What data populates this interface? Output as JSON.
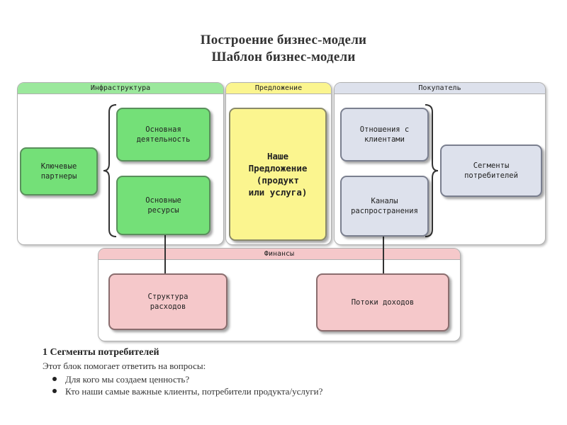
{
  "title": {
    "line1": "Построение бизнес-модели",
    "line2": "Шаблон бизнес-модели"
  },
  "sections": {
    "infrastructure": "Инфраструктура",
    "offer": "Предложение",
    "buyer": "Покупатель",
    "finance": "Финансы"
  },
  "boxes": {
    "key_partners": [
      "Ключевые",
      "партнеры"
    ],
    "key_activities": [
      "Основная",
      "деятельность"
    ],
    "key_resources": [
      "Основные",
      "ресурсы"
    ],
    "value_proposition": [
      "Наше",
      "Предложение",
      "(продукт",
      "или услуга)"
    ],
    "customer_relationships": [
      "Отношения с",
      "клиентами"
    ],
    "channels": [
      "Каналы",
      "распространения"
    ],
    "customer_segments": [
      "Сегменты",
      "потребителей"
    ],
    "cost_structure": [
      "Структура",
      "расходов"
    ],
    "revenue_streams": [
      "Потоки доходов"
    ]
  },
  "colors": {
    "infrastructure": "#7be07e",
    "offer": "#fbf58f",
    "buyer": "#dde1ec",
    "finance": "#f5c8ca"
  },
  "description": {
    "heading": "1 Сегменты потребителей",
    "intro": "Этот блок помогает ответить на вопросы:",
    "questions": [
      "Для кого мы создаем ценность?",
      "Кто наши самые важные клиенты, потребители продукта/услуги?"
    ]
  }
}
